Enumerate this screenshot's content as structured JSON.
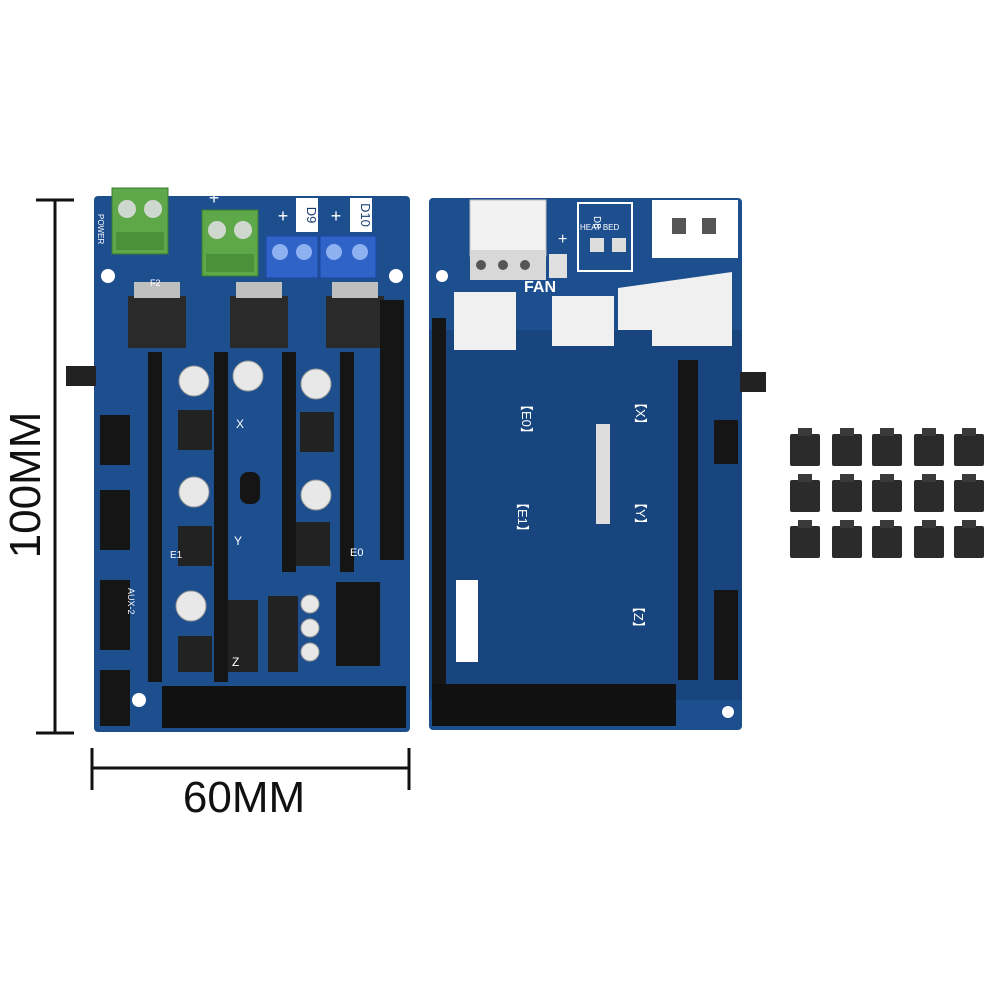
{
  "dimensions": {
    "height_label": "100MM",
    "width_label": "60MM"
  },
  "front_board": {
    "labels": {
      "d9": "D9",
      "d10": "D10",
      "x": "X",
      "y": "Y",
      "z": "Z",
      "e0": "E0",
      "e1": "E1",
      "aux2": "AUX-2",
      "power": "POWER",
      "f2": "F2"
    }
  },
  "back_board": {
    "labels": {
      "fan": "FAN",
      "heat_bed": "HEAT BED",
      "d8": "D8",
      "e0": "【E0】",
      "e1": "【E1】",
      "x": "【X】",
      "y": "【Y】",
      "z": "【Z】",
      "plus": "+",
      "minus": "-"
    }
  },
  "colors": {
    "pcb": "#1d4f8f",
    "pcb_dark": "#173f74",
    "terminal_green": "#5fa84a",
    "terminal_blue": "#2f63c8",
    "jumper": "#2b2b2b"
  },
  "jumper_count": 15
}
